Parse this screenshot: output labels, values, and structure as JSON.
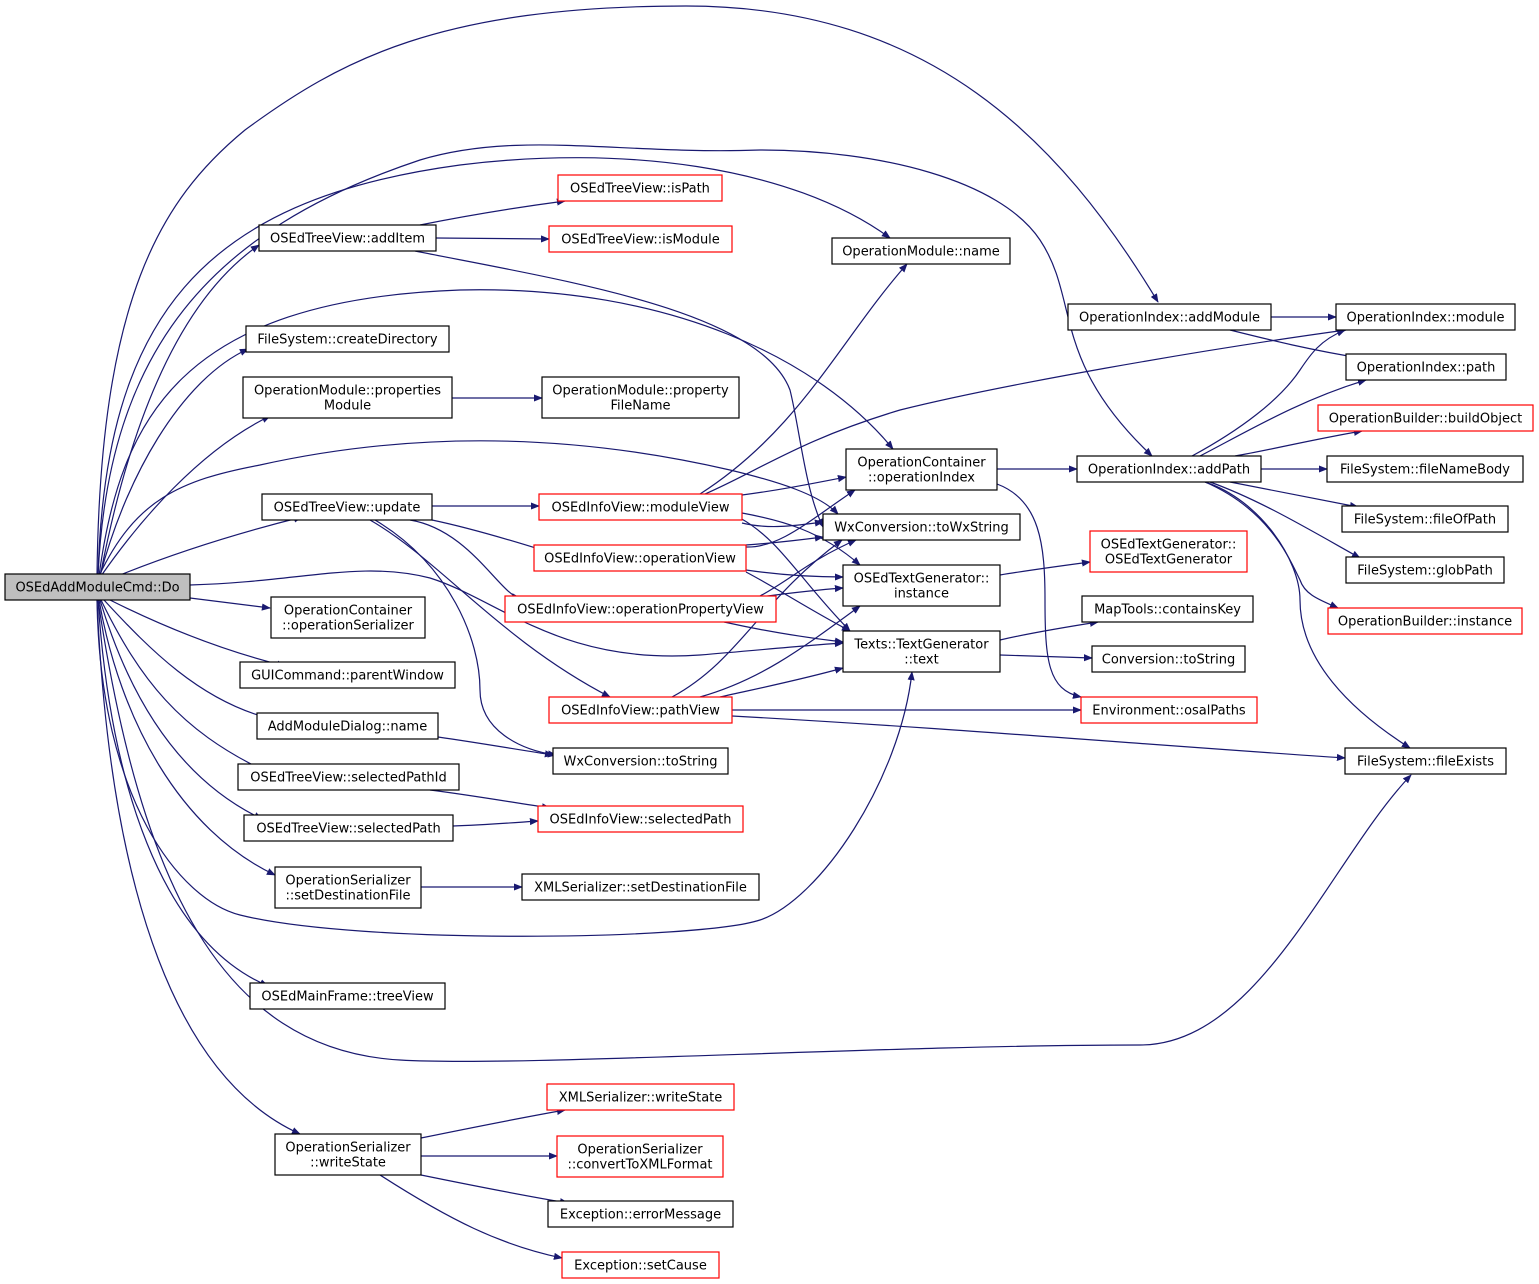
{
  "colors": {
    "edge": "#191970",
    "node_border": "#000000",
    "node_border_truncated": "#ff0000",
    "node_fill": "#ffffff",
    "root_fill": "#bfbfbf"
  },
  "graph": {
    "nodes": [
      {
        "id": "root",
        "lines": [
          "OSEdAddModuleCmd::Do"
        ],
        "style": "root"
      },
      {
        "id": "tv_additem",
        "lines": [
          "OSEdTreeView::addItem"
        ],
        "style": "normal"
      },
      {
        "id": "fs_createdir",
        "lines": [
          "FileSystem::createDirectory"
        ],
        "style": "normal"
      },
      {
        "id": "om_propmodule",
        "lines": [
          "OperationModule::properties",
          "Module"
        ],
        "style": "normal"
      },
      {
        "id": "tv_update",
        "lines": [
          "OSEdTreeView::update"
        ],
        "style": "normal"
      },
      {
        "id": "oc_opserializer",
        "lines": [
          "OperationContainer",
          "::operationSerializer"
        ],
        "style": "normal"
      },
      {
        "id": "gui_parentwindow",
        "lines": [
          "GUICommand::parentWindow"
        ],
        "style": "normal"
      },
      {
        "id": "amd_name",
        "lines": [
          "AddModuleDialog::name"
        ],
        "style": "normal"
      },
      {
        "id": "tv_selpathid",
        "lines": [
          "OSEdTreeView::selectedPathId"
        ],
        "style": "normal"
      },
      {
        "id": "tv_selpath",
        "lines": [
          "OSEdTreeView::selectedPath"
        ],
        "style": "normal"
      },
      {
        "id": "os_setdest",
        "lines": [
          "OperationSerializer",
          "::setDestinationFile"
        ],
        "style": "normal"
      },
      {
        "id": "mf_treeview",
        "lines": [
          "OSEdMainFrame::treeView"
        ],
        "style": "normal"
      },
      {
        "id": "os_writestate",
        "lines": [
          "OperationSerializer",
          "::writeState"
        ],
        "style": "normal"
      },
      {
        "id": "tv_ispath",
        "lines": [
          "OSEdTreeView::isPath"
        ],
        "style": "truncated"
      },
      {
        "id": "tv_ismodule",
        "lines": [
          "OSEdTreeView::isModule"
        ],
        "style": "truncated"
      },
      {
        "id": "om_propfilename",
        "lines": [
          "OperationModule::property",
          "FileName"
        ],
        "style": "normal"
      },
      {
        "id": "iv_moduleview",
        "lines": [
          "OSEdInfoView::moduleView"
        ],
        "style": "truncated"
      },
      {
        "id": "iv_operationview",
        "lines": [
          "OSEdInfoView::operationView"
        ],
        "style": "truncated"
      },
      {
        "id": "iv_oppropview",
        "lines": [
          "OSEdInfoView::operationPropertyView"
        ],
        "style": "truncated"
      },
      {
        "id": "iv_pathview",
        "lines": [
          "OSEdInfoView::pathView"
        ],
        "style": "truncated"
      },
      {
        "id": "wx_tostring",
        "lines": [
          "WxConversion::toString"
        ],
        "style": "normal"
      },
      {
        "id": "iv_selpath",
        "lines": [
          "OSEdInfoView::selectedPath"
        ],
        "style": "truncated"
      },
      {
        "id": "xml_setdest",
        "lines": [
          "XMLSerializer::setDestinationFile"
        ],
        "style": "normal"
      },
      {
        "id": "xml_writestate",
        "lines": [
          "XMLSerializer::writeState"
        ],
        "style": "truncated"
      },
      {
        "id": "os_convertxml",
        "lines": [
          "OperationSerializer",
          "::convertToXMLFormat"
        ],
        "style": "truncated"
      },
      {
        "id": "ex_errormsg",
        "lines": [
          "Exception::errorMessage"
        ],
        "style": "normal"
      },
      {
        "id": "ex_setcause",
        "lines": [
          "Exception::setCause"
        ],
        "style": "truncated"
      },
      {
        "id": "om_name",
        "lines": [
          "OperationModule::name"
        ],
        "style": "normal"
      },
      {
        "id": "oc_opindex",
        "lines": [
          "OperationContainer",
          "::operationIndex"
        ],
        "style": "normal"
      },
      {
        "id": "wx_towxstring",
        "lines": [
          "WxConversion::toWxString"
        ],
        "style": "normal"
      },
      {
        "id": "tg_instance",
        "lines": [
          "OSEdTextGenerator::",
          "instance"
        ],
        "style": "normal"
      },
      {
        "id": "texts_text",
        "lines": [
          "Texts::TextGenerator",
          "::text"
        ],
        "style": "normal"
      },
      {
        "id": "oi_addmodule",
        "lines": [
          "OperationIndex::addModule"
        ],
        "style": "normal"
      },
      {
        "id": "oi_addpath",
        "lines": [
          "OperationIndex::addPath"
        ],
        "style": "normal"
      },
      {
        "id": "tg_ctor",
        "lines": [
          "OSEdTextGenerator::",
          "OSEdTextGenerator"
        ],
        "style": "truncated"
      },
      {
        "id": "mt_containskey",
        "lines": [
          "MapTools::containsKey"
        ],
        "style": "normal"
      },
      {
        "id": "conv_tostring",
        "lines": [
          "Conversion::toString"
        ],
        "style": "normal"
      },
      {
        "id": "env_osalpaths",
        "lines": [
          "Environment::osalPaths"
        ],
        "style": "truncated"
      },
      {
        "id": "oi_module",
        "lines": [
          "OperationIndex::module"
        ],
        "style": "normal"
      },
      {
        "id": "oi_path",
        "lines": [
          "OperationIndex::path"
        ],
        "style": "normal"
      },
      {
        "id": "ob_buildobject",
        "lines": [
          "OperationBuilder::buildObject"
        ],
        "style": "truncated"
      },
      {
        "id": "fs_filenamebody",
        "lines": [
          "FileSystem::fileNameBody"
        ],
        "style": "normal"
      },
      {
        "id": "fs_fileofpath",
        "lines": [
          "FileSystem::fileOfPath"
        ],
        "style": "normal"
      },
      {
        "id": "fs_globpath",
        "lines": [
          "FileSystem::globPath"
        ],
        "style": "normal"
      },
      {
        "id": "ob_instance",
        "lines": [
          "OperationBuilder::instance"
        ],
        "style": "truncated"
      },
      {
        "id": "fs_fileexists",
        "lines": [
          "FileSystem::fileExists"
        ],
        "style": "normal"
      }
    ]
  }
}
